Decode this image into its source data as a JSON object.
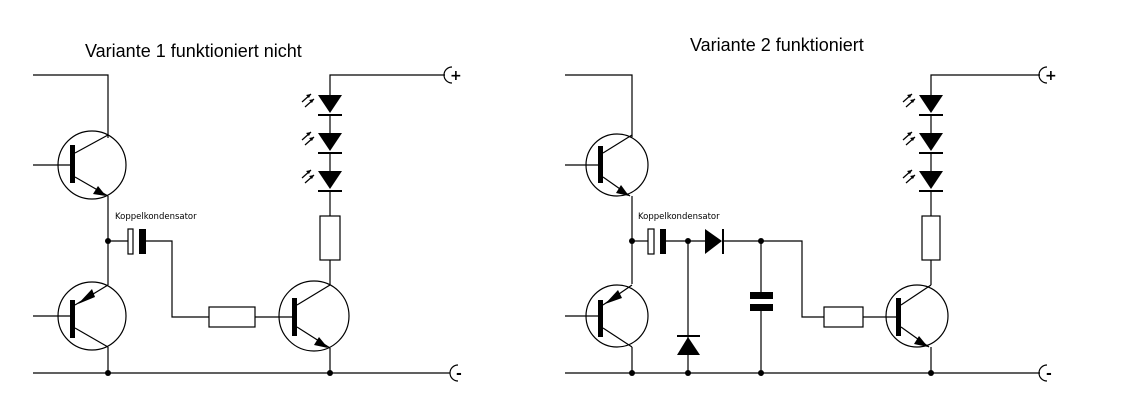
{
  "variants": [
    {
      "title": "Variante 1  funktioniert nicht",
      "capacitor_label": "Koppelkondensator",
      "plus": "+",
      "minus": "-"
    },
    {
      "title": "Variante 2  funktioniert",
      "capacitor_label": "Koppelkondensator",
      "plus": "+",
      "minus": "-"
    }
  ]
}
